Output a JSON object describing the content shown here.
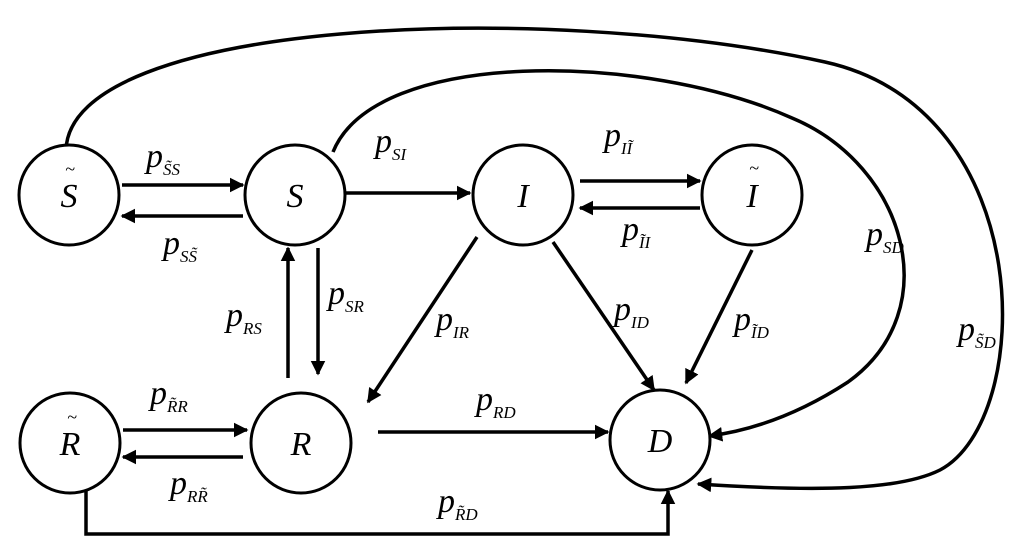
{
  "nodes": {
    "s_hat": {
      "name": "S",
      "mark": "~"
    },
    "s": {
      "name": "S"
    },
    "i": {
      "name": "I"
    },
    "i_hat": {
      "name": "I",
      "mark": "~"
    },
    "r_hat": {
      "name": "R",
      "mark": "~"
    },
    "r": {
      "name": "R"
    },
    "d": {
      "name": "D"
    }
  },
  "edges": {
    "s_hat_to_s": {
      "p": "p",
      "sub": "S̃S"
    },
    "s_to_s_hat": {
      "p": "p",
      "sub": "SS̃"
    },
    "s_to_i": {
      "p": "p",
      "sub": "SI"
    },
    "i_to_i_hat": {
      "p": "p",
      "sub": "IĨ"
    },
    "i_hat_to_i": {
      "p": "p",
      "sub": "ĨI"
    },
    "r_to_s": {
      "p": "p",
      "sub": "RS"
    },
    "s_to_r": {
      "p": "p",
      "sub": "SR"
    },
    "i_to_r": {
      "p": "p",
      "sub": "IR"
    },
    "i_to_d": {
      "p": "p",
      "sub": "ID"
    },
    "i_hat_to_d": {
      "p": "p",
      "sub": "ĨD"
    },
    "s_to_d": {
      "p": "p",
      "sub": "SD"
    },
    "s_hat_to_d": {
      "p": "p",
      "sub": "S̃D"
    },
    "r_hat_to_r": {
      "p": "p",
      "sub": "R̃R"
    },
    "r_to_r_hat": {
      "p": "p",
      "sub": "RR̃"
    },
    "r_to_d": {
      "p": "p",
      "sub": "RD"
    },
    "r_hat_to_d": {
      "p": "p",
      "sub": "R̃D"
    }
  }
}
